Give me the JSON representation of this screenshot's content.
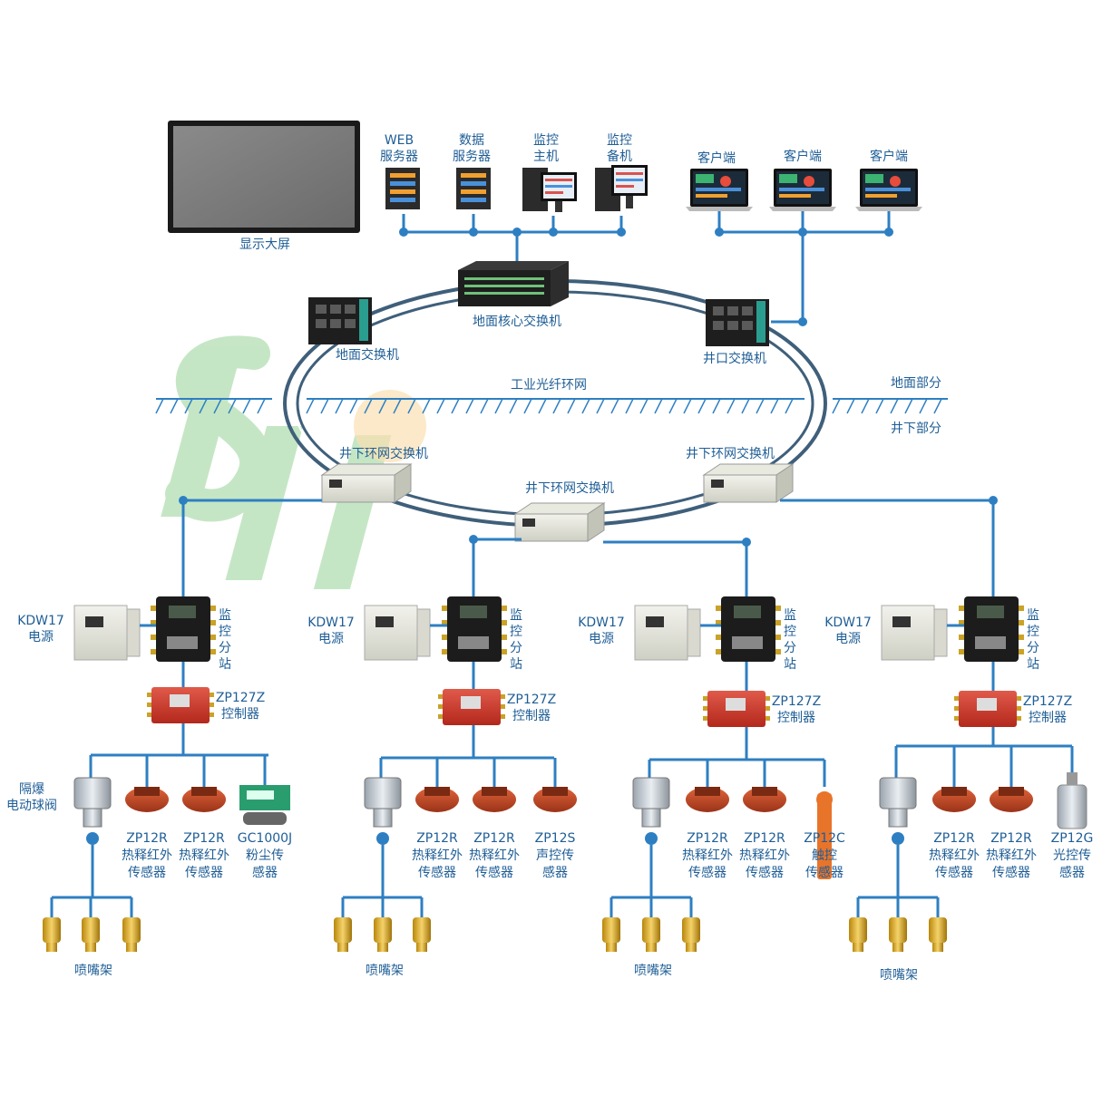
{
  "colors": {
    "line": "#2e7fc2",
    "text": "#1f5e96",
    "ring": "#3f5f7a",
    "watermark": "#5cb85c"
  },
  "ground": {
    "screen": "显示大屏",
    "web_server": [
      "WEB",
      "服务器"
    ],
    "data_server": [
      "数据",
      "服务器"
    ],
    "monitor_host": [
      "监控",
      "主机"
    ],
    "monitor_backup": [
      "监控",
      "备机"
    ],
    "client": "客户端"
  },
  "ring": {
    "core_switch": "地面核心交换机",
    "surface_switch": "地面交换机",
    "shaft_switch": "井口交换机",
    "network": "工业光纤环网",
    "above": "地面部分",
    "below": "井下部分",
    "underground_switch": "井下环网交换机"
  },
  "branch": {
    "power": [
      "KDW17",
      "电源"
    ],
    "substation": [
      "监",
      "控",
      "分",
      "站"
    ],
    "controller": [
      "ZP127Z",
      "控制器"
    ],
    "nozzle": "喷嘴架"
  },
  "branches": [
    {
      "valve": [
        "隔爆",
        "电动球阀"
      ],
      "sensors": [
        [
          "ZP12R",
          "热释红外",
          "传感器"
        ],
        [
          "ZP12R",
          "热释红外",
          "传感器"
        ],
        [
          "GC1000J",
          "粉尘传",
          "感器"
        ]
      ]
    },
    {
      "valve": [],
      "sensors": [
        [
          "ZP12R",
          "热释红外",
          "传感器"
        ],
        [
          "ZP12R",
          "热释红外",
          "传感器"
        ],
        [
          "ZP12S",
          "声控传",
          "感器"
        ]
      ]
    },
    {
      "valve": [],
      "sensors": [
        [
          "ZP12R",
          "热释红外",
          "传感器"
        ],
        [
          "ZP12R",
          "热释红外",
          "传感器"
        ],
        [
          "ZP12C",
          "触控",
          "传感器"
        ]
      ]
    },
    {
      "valve": [],
      "sensors": [
        [
          "ZP12R",
          "热释红外",
          "传感器"
        ],
        [
          "ZP12R",
          "热释红外",
          "传感器"
        ],
        [
          "ZP12G",
          "光控传",
          "感器"
        ]
      ]
    }
  ]
}
